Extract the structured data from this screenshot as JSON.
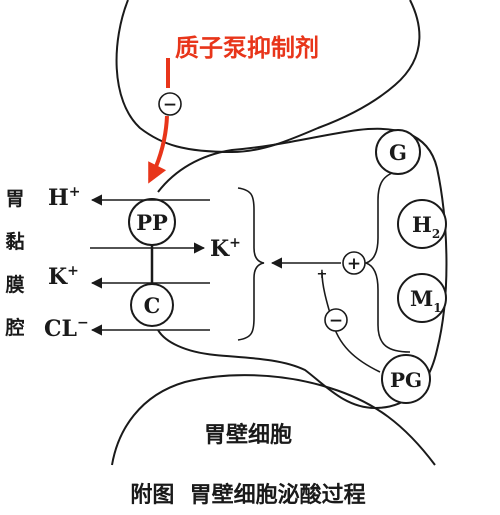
{
  "inhibitor_label": "质子泵抑制剂",
  "inhibit_sign": "−",
  "lumen_label_chars": [
    "胃",
    "黏",
    "膜",
    "腔"
  ],
  "ions": {
    "h": "H",
    "k": "K",
    "cl": "CL",
    "plus": "+",
    "minus": "−",
    "k_inner": "K",
    "k_inner_plus": "+"
  },
  "pumps": {
    "pp": "PP",
    "c": "C"
  },
  "receptors": {
    "g": "G",
    "h2": "H",
    "h2_sub": "2",
    "m1": "M",
    "m1_sub": "1",
    "pg": "PG"
  },
  "signals": {
    "plus": "+",
    "minus": "−"
  },
  "cell_label": "胃壁细胞",
  "caption": "附图  胃壁细胞泌酸过程",
  "colors": {
    "accent": "#e8351a",
    "line": "#1a1a1a"
  }
}
